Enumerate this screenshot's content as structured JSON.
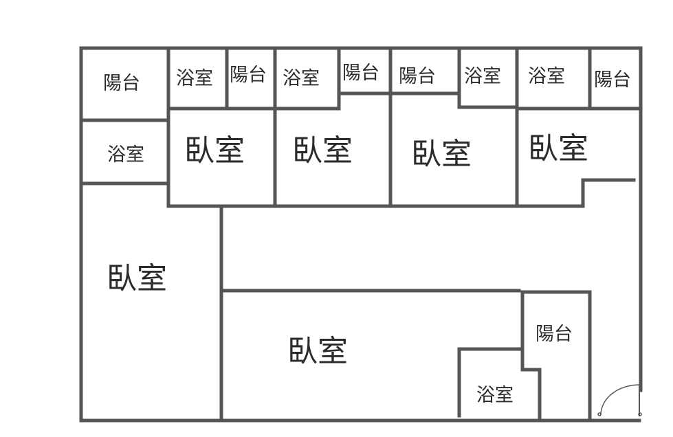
{
  "floorplan": {
    "wall_color": "#555555",
    "rooms": {
      "balcony_topleft": "陽台",
      "bath_top1": "浴室",
      "balcony_top2": "陽台",
      "bath_top3": "浴室",
      "balcony_top4": "陽台",
      "balcony_top5": "陽台",
      "bath_top6": "浴室",
      "bath_top7": "浴室",
      "balcony_top8": "陽台",
      "bath_left": "浴室",
      "bedroom_1": "臥室",
      "bedroom_2": "臥室",
      "bedroom_3": "臥室",
      "bedroom_4": "臥室",
      "bedroom_left": "臥室",
      "bedroom_center": "臥室",
      "balcony_right": "陽台",
      "bath_bottom": "浴室"
    }
  }
}
